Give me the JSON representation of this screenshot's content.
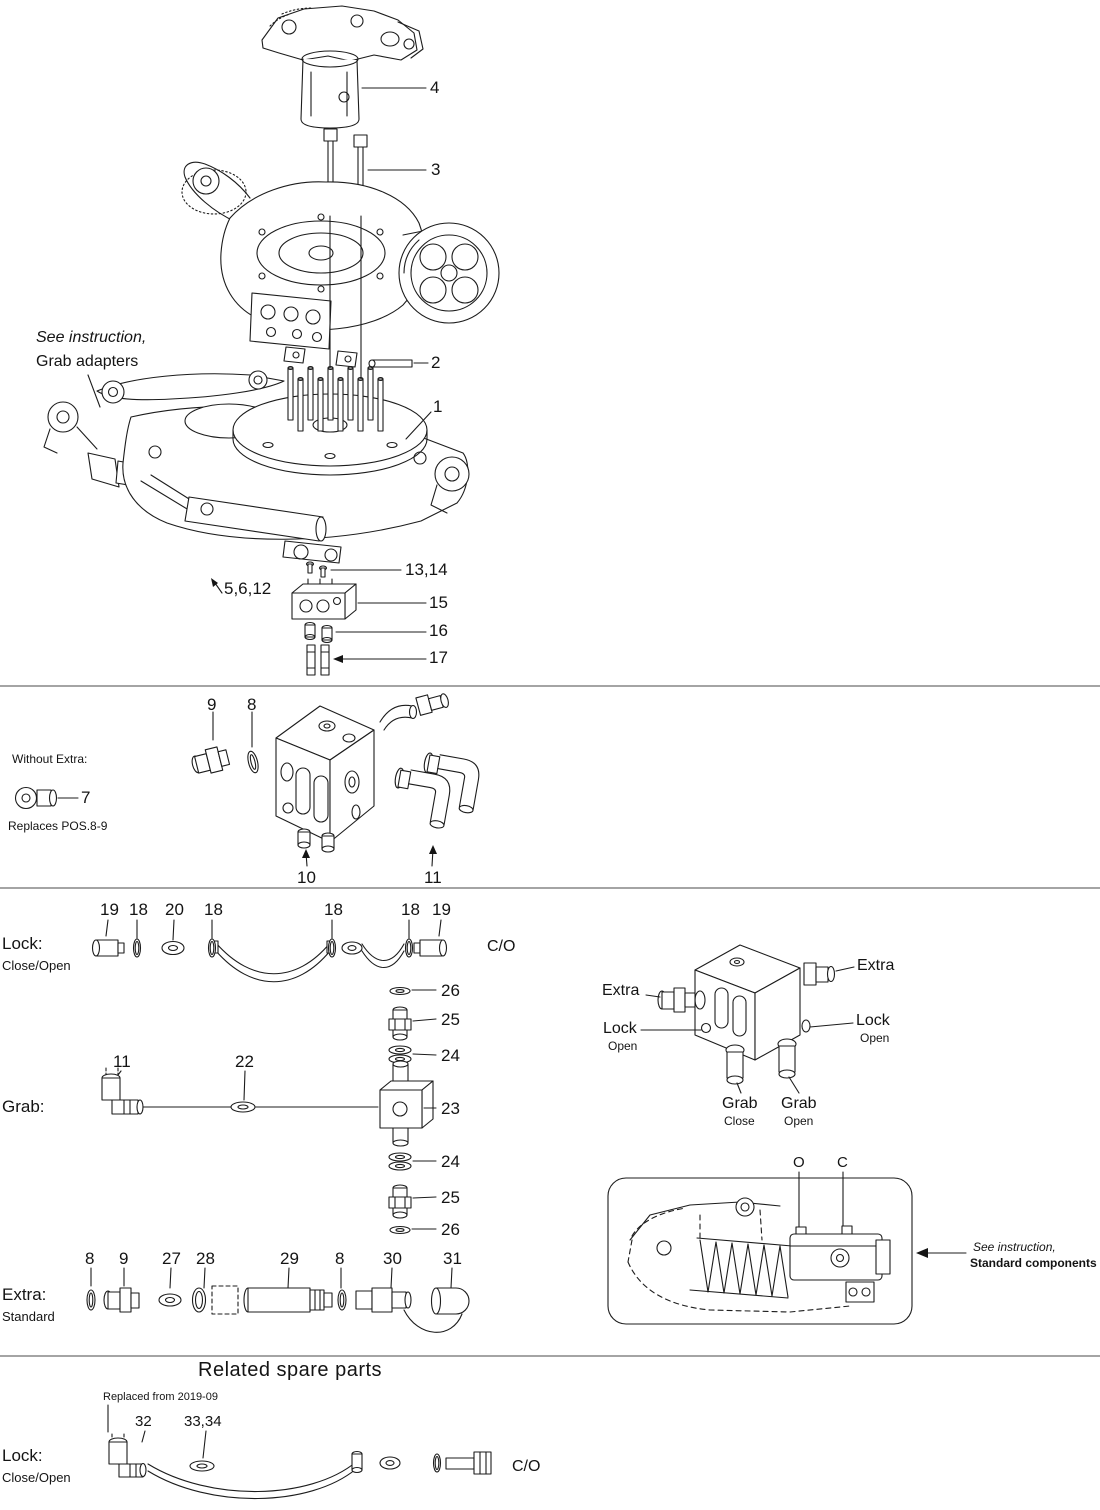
{
  "assembly": {
    "note_line1": "See instruction,",
    "note_line2": "Grab adapters",
    "c4": "4",
    "c3": "3",
    "c2": "2",
    "c1": "1",
    "c13_14": "13,14",
    "c5_6_12": "5,6,12",
    "c15": "15",
    "c16": "16",
    "c17": "17"
  },
  "valve_detail": {
    "c9": "9",
    "c8": "8",
    "c10": "10",
    "c11": "11",
    "without_extra": "Without Extra:",
    "c7": "7",
    "replaces": "Replaces POS.8-9"
  },
  "lock_row": {
    "label": "Lock:",
    "sublabel": "Close/Open",
    "callouts": [
      "19",
      "18",
      "20",
      "18",
      "18",
      "18",
      "19"
    ],
    "co": "C/O"
  },
  "grab_row": {
    "label": "Grab:",
    "c11": "11",
    "c22": "22",
    "stack": [
      "26",
      "25",
      "24",
      "23",
      "24",
      "25",
      "26"
    ]
  },
  "extra_row": {
    "label": "Extra:",
    "sublabel": "Standard",
    "callouts": [
      "8",
      "9",
      "27",
      "28",
      "29",
      "8",
      "30",
      "31"
    ]
  },
  "port_labels": {
    "extra_right": "Extra",
    "extra_left": "Extra",
    "lock_left": "Lock",
    "lock_left_sub": "Open",
    "lock_right": "Lock",
    "lock_right_sub": "Open",
    "grab_close": "Grab",
    "grab_close_sub": "Close",
    "grab_open": "Grab",
    "grab_open_sub": "Open"
  },
  "cylinder_box": {
    "o": "O",
    "c": "C",
    "note_line1": "See instruction,",
    "note_line2": "Standard components"
  },
  "spares": {
    "title": "Related spare parts",
    "replaced_note": "Replaced from 2019-09",
    "c32": "32",
    "c33_34": "33,34",
    "lock_label": "Lock:",
    "lock_sub": "Close/Open",
    "co": "C/O"
  }
}
